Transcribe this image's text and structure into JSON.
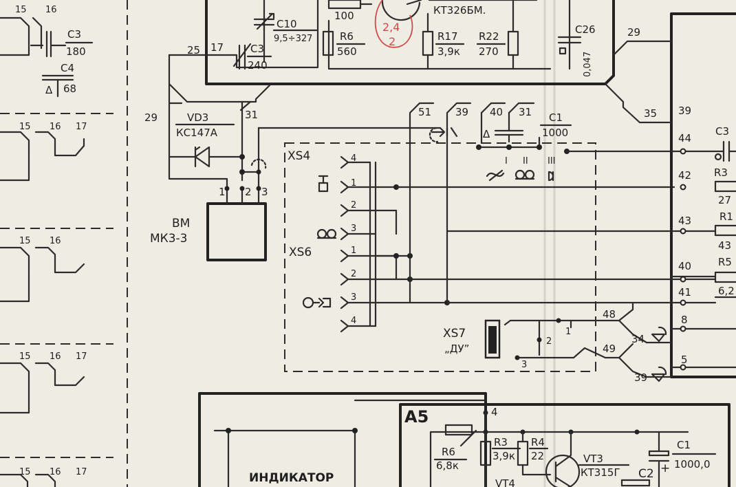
{
  "colors": {
    "paper": "#efece4",
    "ink": "#222222",
    "annotation": "#d04a4a"
  },
  "left_panel": {
    "rows": [
      {
        "a": "15",
        "b": "16",
        "c": ""
      },
      {
        "a": "15",
        "b": "16",
        "c": "17"
      },
      {
        "a": "15",
        "b": "16",
        "c": ""
      },
      {
        "a": "15",
        "b": "16",
        "c": "17"
      },
      {
        "a": "15",
        "b": "16",
        "c": "17"
      }
    ],
    "c3_ref": "C3",
    "c3_val": "180",
    "c4_ref": "C4",
    "c4_val": "68"
  },
  "top_block": {
    "r_100": "100",
    "transistor_type": "КТ326БМ.",
    "c10_ref": "C10",
    "c10_val": "9,5÷327",
    "c3_ref": "C3",
    "c3_val": "240",
    "r6_ref": "R6",
    "r6_val": "560",
    "r17_ref": "R17",
    "r17_val": "3,9к",
    "r22_ref": "R22",
    "r22_val": "270",
    "c26_ref": "C26",
    "c26_val": "0,047",
    "pin_25": "25",
    "pin_17": "17",
    "red_note_top": "2,4",
    "red_note_bottom": "2"
  },
  "vd3": {
    "pin_left": "29",
    "pin_right": "31",
    "ref": "VD3",
    "type": "КС147А"
  },
  "bm": {
    "ref": "ВМ",
    "type": "МК3-3",
    "pin1": "1",
    "pin2": "2",
    "pin3": "3"
  },
  "connectors": {
    "xs4": "XS4",
    "xs6": "XS6",
    "xs7": "XS7",
    "xs7_note": "„ДУ”",
    "xs4_pins": [
      "4",
      "1",
      "2",
      "3"
    ],
    "xs6_pins": [
      "1",
      "2",
      "3",
      "4"
    ],
    "xs7_pins": [
      "1",
      "2",
      "3"
    ]
  },
  "switch_block": {
    "pins": [
      "51",
      "39",
      "40",
      "31"
    ],
    "c1_ref": "C1",
    "c1_val": "1000",
    "positions": [
      "I",
      "II",
      "III"
    ]
  },
  "right_block": {
    "top_pin": "29",
    "pin_35": "35",
    "pins": [
      "39",
      "44",
      "42",
      "43",
      "40",
      "41",
      "8",
      "5"
    ],
    "labels": [
      "C3",
      "R3",
      "27",
      "R1",
      "43",
      "R5",
      "6,2"
    ]
  },
  "xs7_right": {
    "p48": "48",
    "p49": "49",
    "p34": "34",
    "p39": "39"
  },
  "a5": {
    "title": "А5",
    "pin": "4",
    "r6_ref": "R6",
    "r6_val": "6,8к",
    "r3_ref": "R3",
    "r3_val": "3,9к",
    "r4_ref": "R4",
    "r4_val": "22",
    "vt3_ref": "VT3",
    "vt3_type": "КТ315Г",
    "vt4_ref": "VT4",
    "c1_ref": "C1",
    "c1_val": "1000,0",
    "c2_ref": "C2",
    "plus": "+"
  },
  "indicator_label": "ИНДИКАТОР"
}
